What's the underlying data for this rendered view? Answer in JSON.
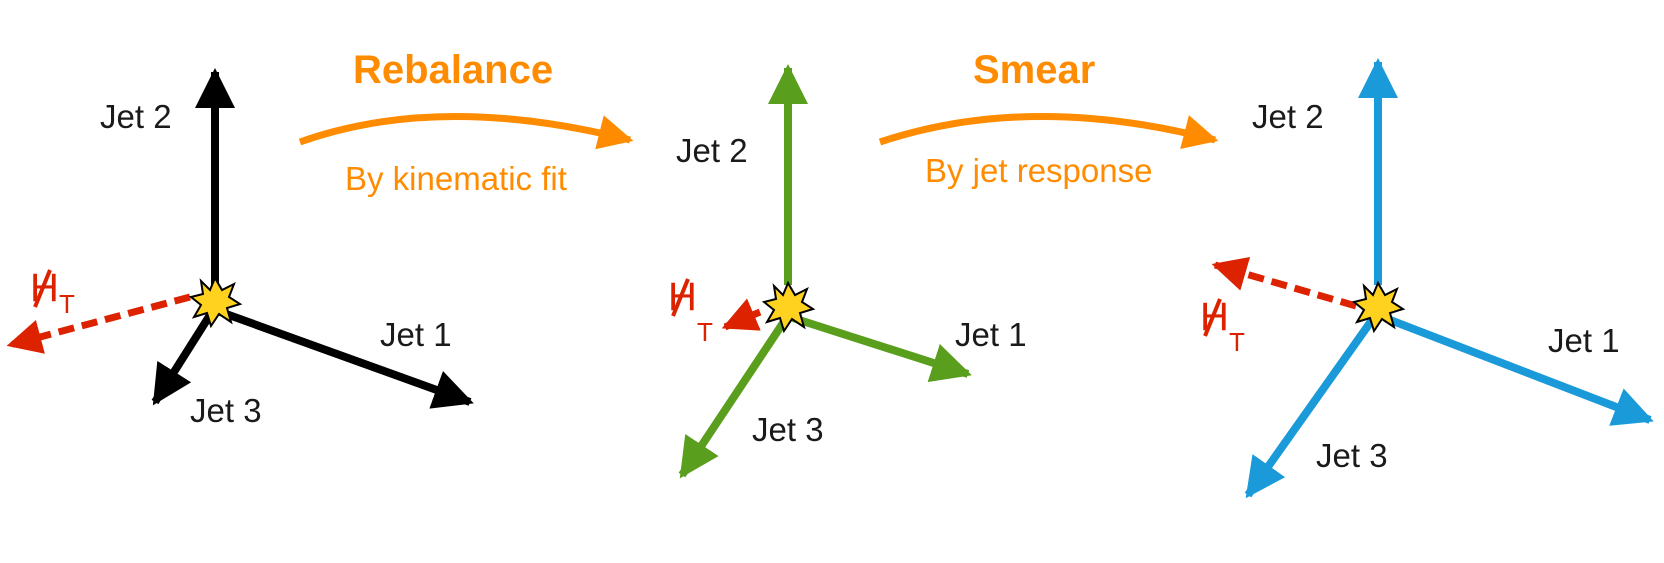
{
  "steps": [
    {
      "title": "Rebalance",
      "subtitle": "By kinematic fit"
    },
    {
      "title": "Smear",
      "subtitle": "By jet response"
    }
  ],
  "events": [
    {
      "stage": "original",
      "color": "#000000",
      "jets": [
        "Jet 1",
        "Jet 2",
        "Jet 3"
      ],
      "mht_label": "H",
      "mht_subscript": "T"
    },
    {
      "stage": "rebalanced",
      "color": "#5a9e1e",
      "jets": [
        "Jet 1",
        "Jet 2",
        "Jet 3"
      ],
      "mht_label": "H",
      "mht_subscript": "T"
    },
    {
      "stage": "smeared",
      "color": "#1a9ad8",
      "jets": [
        "Jet 1",
        "Jet 2",
        "Jet 3"
      ],
      "mht_label": "H",
      "mht_subscript": "T"
    }
  ],
  "colors": {
    "accent": "#ff8c00",
    "mht": "#dd2200",
    "vertex_fill": "#ffd21f"
  },
  "icons": [
    "vertex-burst-icon",
    "curved-arrow-icon"
  ]
}
